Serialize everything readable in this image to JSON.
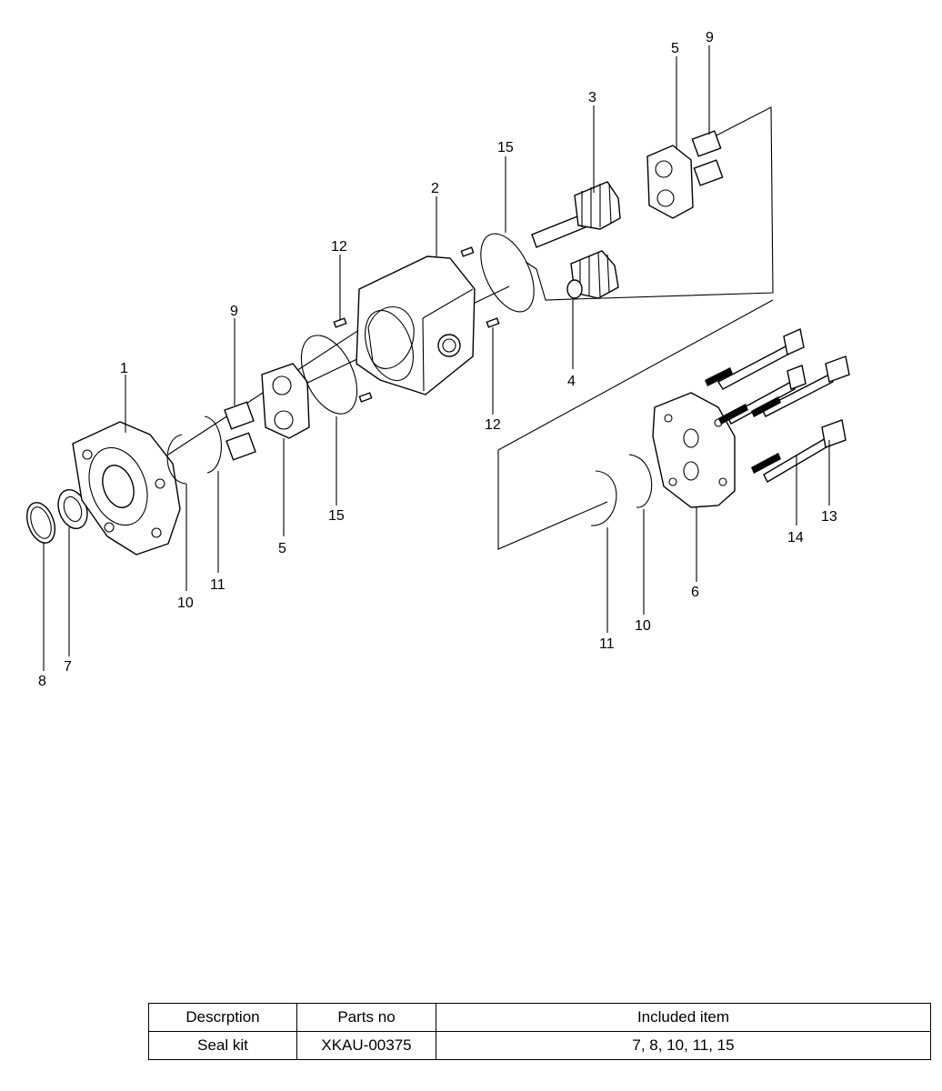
{
  "callouts": [
    {
      "id": "c1",
      "text": "1"
    },
    {
      "id": "c2",
      "text": "2"
    },
    {
      "id": "c3",
      "text": "3"
    },
    {
      "id": "c4",
      "text": "4"
    },
    {
      "id": "c5a",
      "text": "5"
    },
    {
      "id": "c5b",
      "text": "5"
    },
    {
      "id": "c6",
      "text": "6"
    },
    {
      "id": "c7",
      "text": "7"
    },
    {
      "id": "c8",
      "text": "8"
    },
    {
      "id": "c9a",
      "text": "9"
    },
    {
      "id": "c9b",
      "text": "9"
    },
    {
      "id": "c10a",
      "text": "10"
    },
    {
      "id": "c10b",
      "text": "10"
    },
    {
      "id": "c11a",
      "text": "11"
    },
    {
      "id": "c11b",
      "text": "11"
    },
    {
      "id": "c12a",
      "text": "12"
    },
    {
      "id": "c12b",
      "text": "12"
    },
    {
      "id": "c13",
      "text": "13"
    },
    {
      "id": "c14",
      "text": "14"
    },
    {
      "id": "c15a",
      "text": "15"
    },
    {
      "id": "c15b",
      "text": "15"
    }
  ],
  "kit_table": {
    "headers": [
      "Descrption",
      "Parts no",
      "Included item"
    ],
    "rows": [
      [
        "Seal kit",
        "XKAU-00375",
        "7, 8, 10, 11, 15"
      ]
    ]
  }
}
